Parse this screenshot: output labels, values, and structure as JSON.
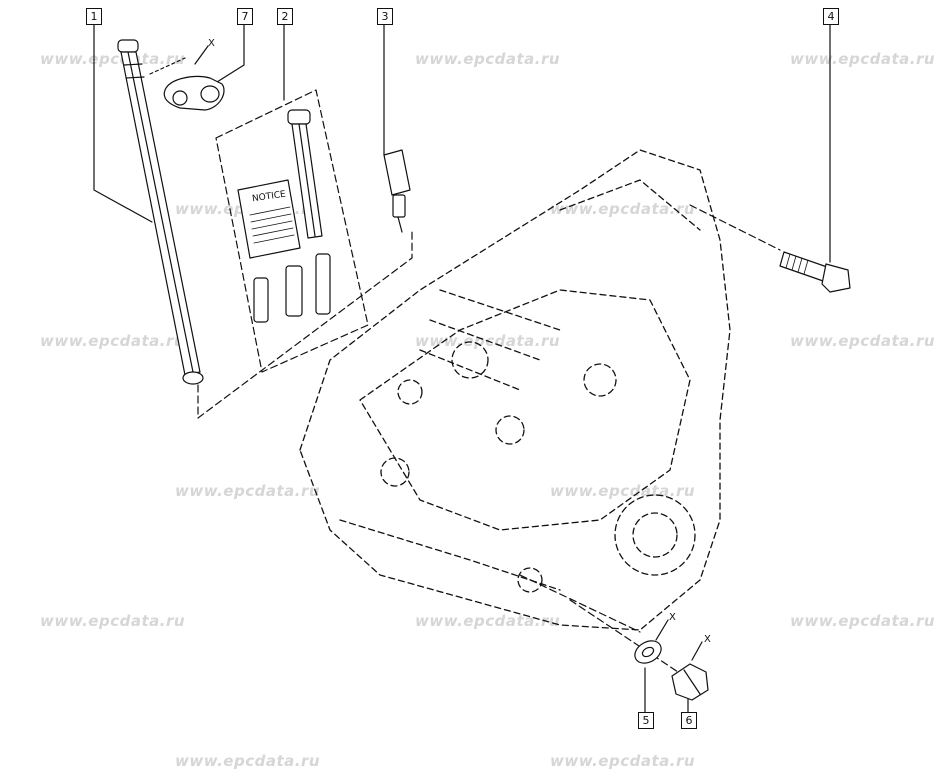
{
  "watermark": "www.epcdata.ru",
  "callouts": [
    "1",
    "7",
    "2",
    "3",
    "4",
    "5",
    "6"
  ],
  "x_marks": [
    "X",
    "X",
    "X"
  ],
  "notice_label": "NOTICE"
}
